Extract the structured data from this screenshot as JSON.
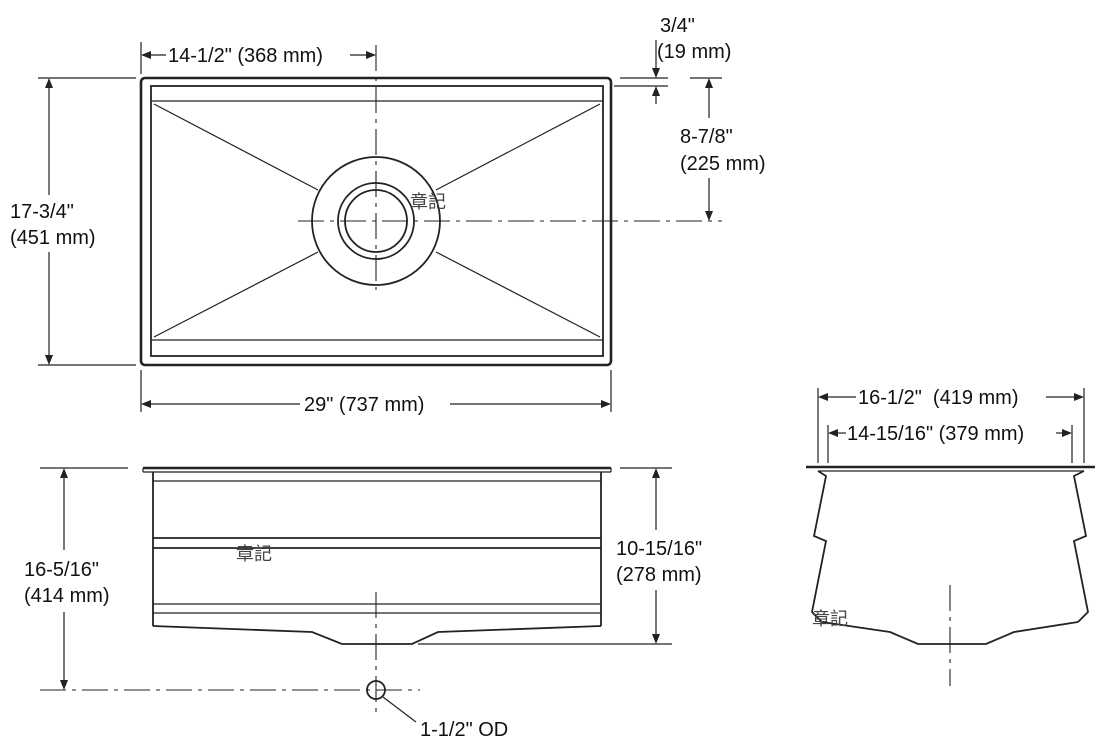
{
  "top_view": {
    "width_total": "29\" (737 mm)",
    "drain_offset_x": "14-1/2\" (368 mm)",
    "rim_offset": "3/4\"",
    "rim_offset_mm": "(19 mm)",
    "drain_offset_y": "8-7/8\"",
    "drain_offset_y_mm": "(225 mm)",
    "depth_front_back": "17-3/4\"",
    "depth_front_back_mm": "(451 mm)",
    "watermark": "章記"
  },
  "front_view": {
    "overall_height": "16-5/16\"",
    "overall_height_mm": "(414 mm)",
    "bowl_depth": "10-15/16\"",
    "bowl_depth_mm": "(278 mm)",
    "drain_od": "1-1/2\" OD",
    "watermark": "章記"
  },
  "side_view": {
    "outer_width": "16-1/2\"  (419 mm)",
    "inner_width": "14-15/16\" (379 mm)",
    "watermark": "章記"
  },
  "colors": {
    "line": "#222222",
    "background": "#ffffff"
  }
}
